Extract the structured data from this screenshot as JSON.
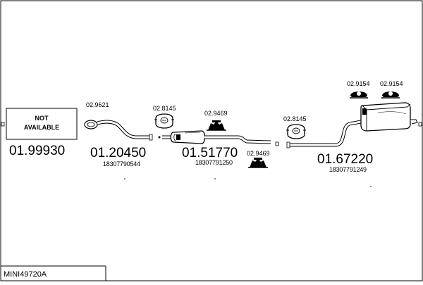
{
  "diagram": {
    "title": "MINI49720A",
    "not_available": {
      "line1": "NOT",
      "line2": "AVAILABLE",
      "code": "01.99930"
    },
    "parts": [
      {
        "code": "01.20450",
        "number": "18307790544",
        "accessories": [
          {
            "code": "02.9621"
          },
          {
            "code": "02.8145"
          }
        ]
      },
      {
        "code": "01.51770",
        "number": "18307791250",
        "accessories": [
          {
            "code": "02.9469"
          },
          {
            "code": "02.9469"
          }
        ]
      },
      {
        "code": "01.67220",
        "number": "18307791249",
        "accessories": [
          {
            "code": "02.8145"
          },
          {
            "code": "02.9154"
          },
          {
            "code": "02.9154"
          }
        ]
      }
    ]
  }
}
